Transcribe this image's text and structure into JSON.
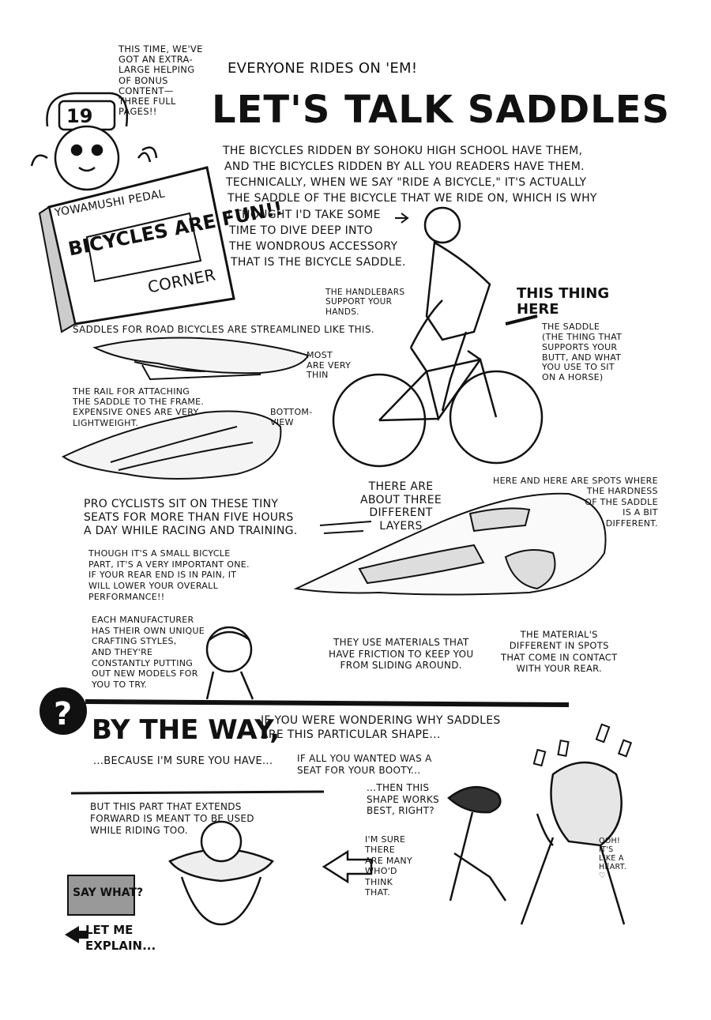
{
  "header": {
    "bonus_note": "THIS TIME, WE'VE\nGOT AN EXTRA-\nLARGE HELPING\nOF BONUS\nCONTENT—\nTHREE FULL\nPAGES!!",
    "kicker": "EVERYONE RIDES ON 'EM!",
    "title": "LET'S TALK SADDLES",
    "badge_number": "19",
    "corner_series": "YOWAMUSHI PEDAL",
    "corner_title": "BICYCLES ARE FUN!!",
    "corner_label": "CORNER"
  },
  "intro": {
    "line1": "THE BICYCLES RIDDEN BY SOHOKU HIGH SCHOOL HAVE THEM,",
    "line2": "AND THE BICYCLES RIDDEN BY ALL YOU READERS HAVE THEM.",
    "line3": "TECHNICALLY, WHEN WE SAY \"RIDE A BICYCLE,\" IT'S ACTUALLY",
    "line4": "THE SADDLE OF THE BICYCLE THAT WE RIDE ON, WHICH IS WHY",
    "line5": "I THOUGHT I'D TAKE SOME",
    "line6": "TIME TO DIVE DEEP INTO",
    "line7": "THE WONDROUS ACCESSORY",
    "line8": "THAT IS THE BICYCLE SADDLE."
  },
  "rider": {
    "handlebars_note": "THE HANDLEBARS\nSUPPORT YOUR\nHANDS.",
    "this_thing": "THIS THING\nHERE",
    "saddle_note": "THE SADDLE\n(THE THING THAT\nSUPPORTS YOUR\nBUTT, AND WHAT\nYOU USE TO SIT\nON A HORSE)"
  },
  "road_saddle": {
    "streamlined": "SADDLES FOR ROAD BICYCLES ARE STREAMLINED LIKE THIS.",
    "most_thin": "MOST\nARE VERY\nTHIN",
    "rail_note": "THE RAIL FOR ATTACHING\nTHE SADDLE TO THE FRAME.\nEXPENSIVE ONES ARE VERY\nLIGHTWEIGHT.",
    "bottom_view": "BOTTOM-\nVIEW"
  },
  "layers": {
    "pro_cyclists": "PRO CYCLISTS SIT ON THESE TINY\nSEATS FOR MORE THAN FIVE HOURS\nA DAY WHILE RACING AND TRAINING.",
    "three_layers": "THERE ARE\nABOUT THREE\nDIFFERENT\nLAYERS",
    "hardness_spots": "HERE AND HERE ARE SPOTS WHERE\nTHE HARDNESS\nOF THE SADDLE\nIS A BIT\nDIFFERENT.",
    "important_part": "THOUGH IT'S A SMALL BICYCLE\nPART, IT'S A VERY IMPORTANT ONE.\nIF YOUR REAR END IS IN PAIN, IT\nWILL LOWER YOUR OVERALL\nPERFORMANCE!!",
    "manufacturers": "EACH MANUFACTURER\nHAS THEIR OWN UNIQUE\nCRAFTING STYLES,\nAND THEY'RE\nCONSTANTLY PUTTING\nOUT NEW MODELS FOR\nYOU TO TRY.",
    "friction": "THEY USE MATERIALS THAT\nHAVE FRICTION TO KEEP YOU\nFROM SLIDING AROUND.",
    "material_spots": "THE MATERIAL'S\nDIFFERENT IN SPOTS\nTHAT COME IN CONTACT\nWITH YOUR REAR."
  },
  "by_the_way": {
    "question_mark": "?",
    "heading": "BY THE WAY,",
    "heading_tail": "IF YOU WERE WONDERING WHY SADDLES\nARE THIS PARTICULAR SHAPE...",
    "sure_you_have": "...BECAUSE I'M SURE YOU HAVE...",
    "seat_for_booty": "IF ALL YOU WANTED WAS A\nSEAT FOR YOUR BOOTY...",
    "shape_works": "...THEN THIS\nSHAPE WORKS\nBEST, RIGHT?",
    "many_think": "I'M SURE\nTHERE\nARE MANY\nWHO'D\nTHINK\nTHAT.",
    "like_heart": "OOH!\nIT'S\nLIKE A\nHEART.\n♡",
    "extends_forward": "BUT THIS PART THAT EXTENDS\nFORWARD IS MEANT TO BE USED\nWHILE RIDING TOO.",
    "say_what": "SAY WHAT?",
    "let_me_explain": "LET ME\nEXPLAIN..."
  }
}
